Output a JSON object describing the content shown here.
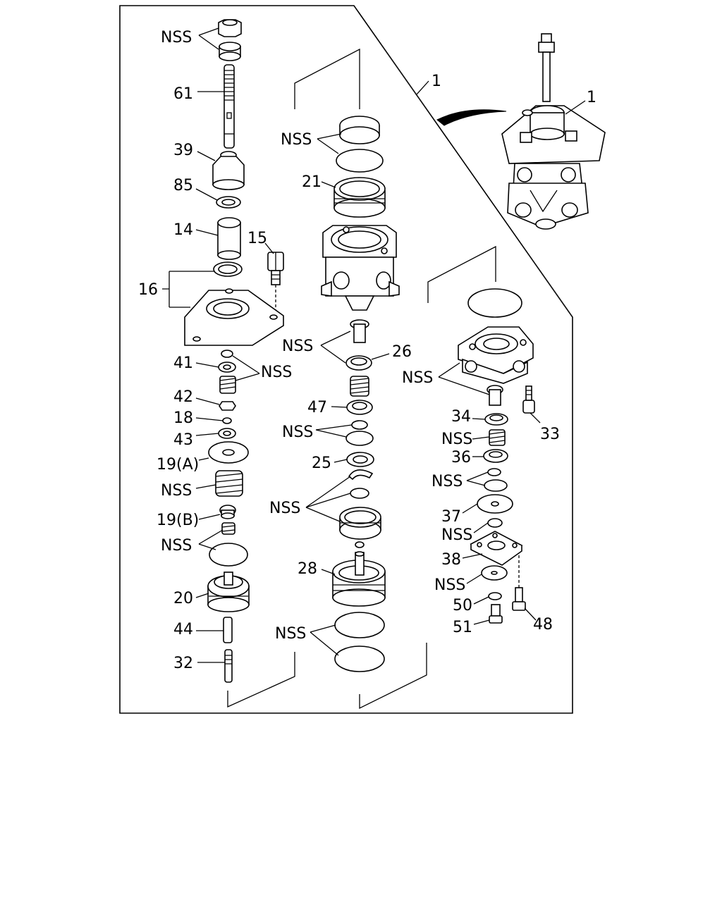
{
  "diagram": {
    "labels": {
      "l_nss_top": "NSS",
      "l_61": "61",
      "l_39": "39",
      "l_85": "85",
      "l_14": "14",
      "l_15": "15",
      "l_16": "16",
      "l_41": "41",
      "l_nss_41": "NSS",
      "l_42": "42",
      "l_18": "18",
      "l_43": "43",
      "l_19a": "19(A)",
      "l_nss_l1": "NSS",
      "l_19b": "19(B)",
      "l_nss_l2": "NSS",
      "l_20": "20",
      "l_44": "44",
      "l_32": "32",
      "l_1_frame": "1",
      "l_1_assy": "1",
      "l_nss_c1": "NSS",
      "l_21": "21",
      "l_nss_c2": "NSS",
      "l_26": "26",
      "l_47": "47",
      "l_nss_c3": "NSS",
      "l_25": "25",
      "l_nss_c4": "NSS",
      "l_28": "28",
      "l_nss_c5": "NSS",
      "l_nss_r1": "NSS",
      "l_34": "34",
      "l_33": "33",
      "l_nss_r2": "NSS",
      "l_36": "36",
      "l_nss_r3": "NSS",
      "l_37": "37",
      "l_nss_r4": "NSS",
      "l_38": "38",
      "l_nss_r5": "NSS",
      "l_50": "50",
      "l_48": "48",
      "l_51": "51"
    }
  }
}
